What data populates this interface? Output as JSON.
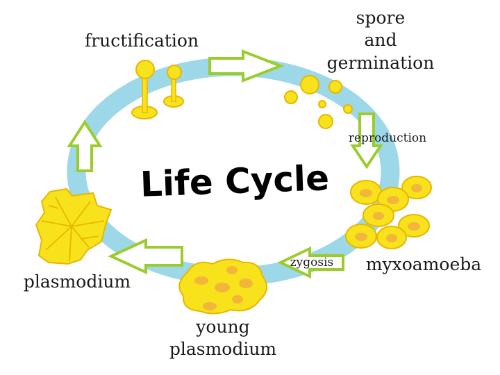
{
  "title": "Life Cycle",
  "stages": {
    "fructification": "fructification",
    "spore_line1": "spore",
    "spore_line2": "and",
    "spore_line3": "germination",
    "myxoamoeba": "myxoamoeba",
    "young_line1": "young",
    "young_line2": "plasmodium",
    "plasmodium": "plasmodium"
  },
  "transitions": {
    "reproduction": "reproduction",
    "zygosis": "zygosis"
  },
  "colors": {
    "cycle_ring": "#9dd8e8",
    "arrow_outline": "#9ccc2c",
    "organism_fill": "#f7e21c",
    "organism_outline": "#e8b600",
    "organism_spot": "#f2b63a"
  }
}
